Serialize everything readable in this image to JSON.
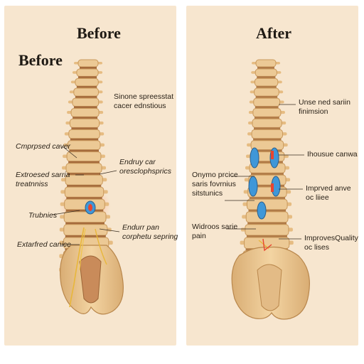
{
  "left_panel": {
    "title_top": "Before",
    "title_side": "Before",
    "labels": [
      "Sinone spreesstat\ncacer ednstious",
      "Cmprpsed caver",
      "Extroesed sarria\ntreatnniss",
      "Endruy car\noresclophsprics",
      "Trubnies",
      "Endurr pan\ncorphetu sepring",
      "Extarfred canice"
    ]
  },
  "right_panel": {
    "title_top": "After",
    "labels": [
      "Unse ned sariin\nfinimsion",
      "Ihousue canwa",
      "Onymo prcice\nsaris fovrnius\nsitstunics",
      "Imprved anve\noc liiee",
      "Widroos sarie\npain",
      "ImprovesQuality\noc lises"
    ]
  },
  "colors": {
    "background": "#f7e6cf",
    "bone": "#ecc995",
    "bone_shadow": "#c9995c",
    "disc": "#a56b3c",
    "inflammation": "#e8452f",
    "healthy_disc": "#3f97d8",
    "nerve": "#e8b73a"
  }
}
